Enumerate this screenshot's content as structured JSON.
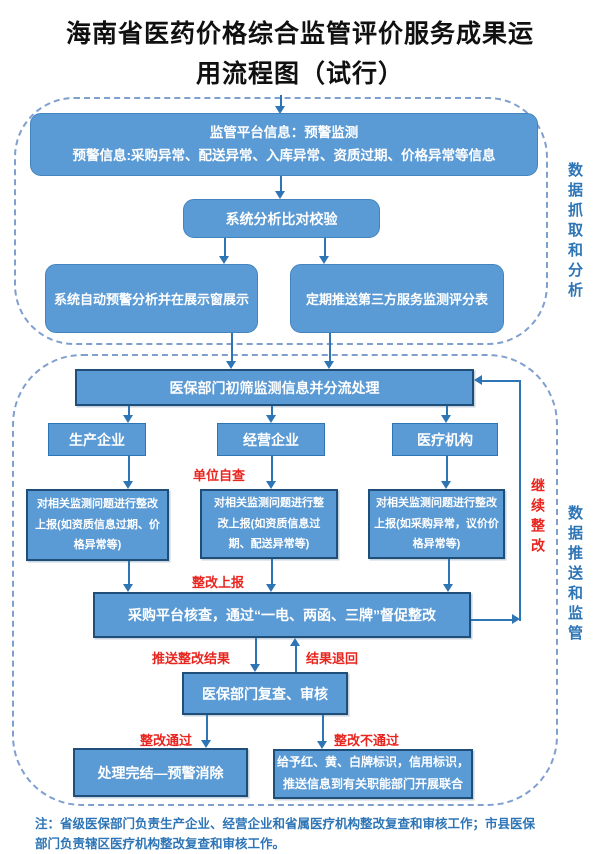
{
  "title": {
    "line1": "海南省医药价格综合监管评价服务成果运",
    "line2": "用流程图（试行）"
  },
  "section1": {
    "side_label": "数据抓取和分析",
    "platform_box": "监管平台信息：预警监测\n预警信息:采购异常、配送异常、入库异常、资质过期、价格异常等信息",
    "analysis_box": "系统分析比对校验",
    "auto_warning_box": "系统自动预警分析并在展示窗展示",
    "score_push_box": "定期推送第三方服务监测评分表"
  },
  "section2": {
    "side_label": "数据推送和监管",
    "continue_rectify_label": "继续整改",
    "triage_box": "医保部门初筛监测信息并分流处理",
    "producer_box": "生产企业",
    "operator_box": "经营企业",
    "medical_box": "医疗机构",
    "self_check_label": "单位自查",
    "rectify_producer_box": "对相关监测问题进行整改\n上报(如资质信息过期、价\n格异常等)",
    "rectify_operator_box": "对相关监测问题进行整\n改上报(如资质信息过\n期、配送异常等)",
    "rectify_medical_box": "对相关监测问题进行整改\n上报(如采购异常，议价价\n格异常等)",
    "rectify_report_label": "整改上报",
    "purchase_check_box": "采购平台核查，通过“一电、两函、三牌”督促整改",
    "push_result_label": "推送整改结果",
    "result_return_label": "结果退回",
    "review_box": "医保部门复查、审核",
    "pass_label": "整改通过",
    "fail_label": "整改不通过",
    "done_box": "处理完结—预警消除",
    "label_box": "给予红、黄、白牌标识，信用标识，\n推送信息到有关职能部门开展联合"
  },
  "note": "注：省级医保部门负责生产企业、经营企业和省属医疗机构整改复查和审核工作；市县医保\n部门负责辖区医疗机构整改复查和审核工作。",
  "colors": {
    "box_fill": "#5B9BD5",
    "box_border_dark": "#1F4E79",
    "connector_line": "#2E75B6",
    "red_label": "#E8251F",
    "dashed_border": "#7F9FCF",
    "note_text": "#2E75B6"
  }
}
